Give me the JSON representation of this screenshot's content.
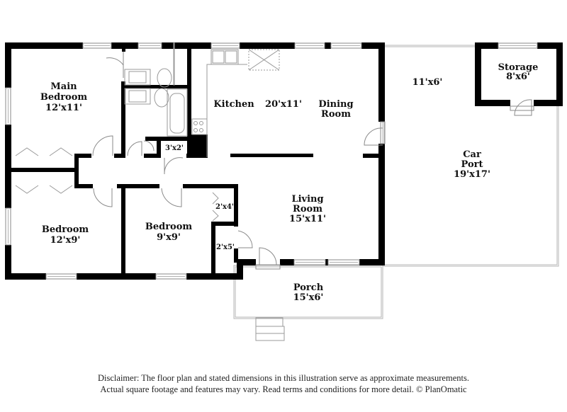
{
  "floor_plan": {
    "rooms": [
      {
        "id": "main-bedroom",
        "name_line1": "Main",
        "name_line2": "Bedroom",
        "dimensions": "12'x11'"
      },
      {
        "id": "kitchen",
        "name": "Kitchen",
        "dimensions": "20'x11'"
      },
      {
        "id": "dining-room",
        "name_line1": "Dining",
        "name_line2": "Room"
      },
      {
        "id": "closet-3x2",
        "dimensions": "3'x2'"
      },
      {
        "id": "bedroom-2",
        "name": "Bedroom",
        "dimensions": "12'x9'"
      },
      {
        "id": "bedroom-3",
        "name": "Bedroom",
        "dimensions": "9'x9'"
      },
      {
        "id": "closet-2x4",
        "dimensions": "2'x4'"
      },
      {
        "id": "closet-2x5",
        "dimensions": "2'x5'"
      },
      {
        "id": "living-room",
        "name_line1": "Living",
        "name_line2": "Room",
        "dimensions": "15'x11'"
      },
      {
        "id": "porch",
        "name": "Porch",
        "dimensions": "15'x6'"
      },
      {
        "id": "patio-area",
        "dimensions": "11'x6'"
      },
      {
        "id": "storage",
        "name": "Storage",
        "dimensions": "8'x6'"
      },
      {
        "id": "car-port",
        "name_line1": "Car",
        "name_line2": "Port",
        "dimensions": "19'x17'"
      }
    ],
    "colors": {
      "wall": "#000000",
      "fixture_line": "#9a9a9a",
      "background": "#ffffff"
    }
  },
  "disclaimer": {
    "line1": "Disclaimer: The floor plan and stated dimensions in this illustration serve as approximate measurements.",
    "line2": "Actual square footage and features may vary. Read terms and conditions for more detail. © PlanOmatic"
  }
}
